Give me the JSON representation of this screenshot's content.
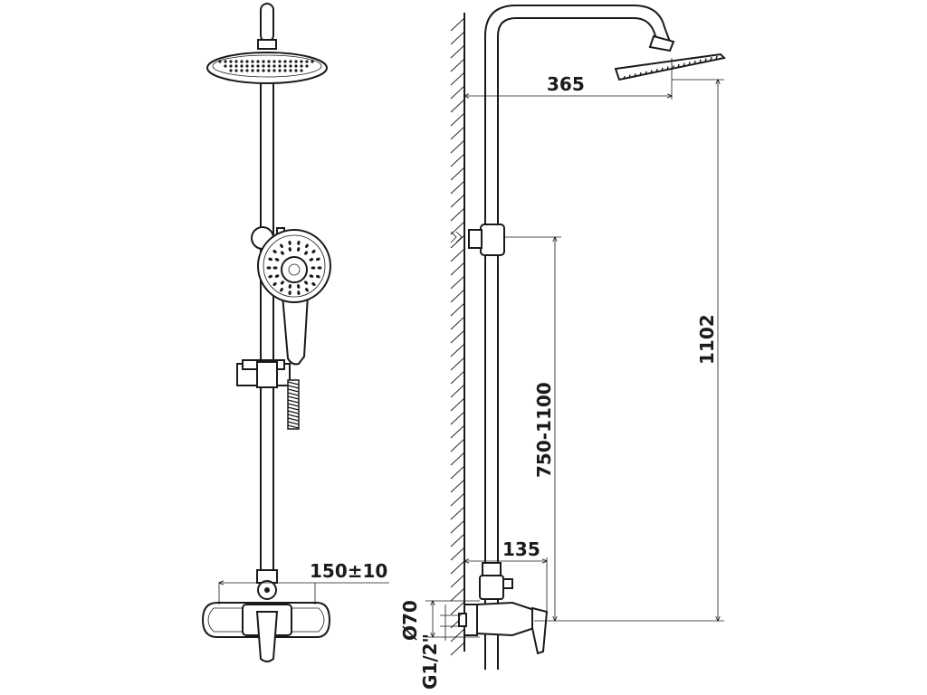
{
  "dimensions": {
    "head_reach": "365",
    "total_height": "1102",
    "adjustable_height": "750-1100",
    "wall_offset": "135",
    "inlet_spacing": "150±10",
    "flange_diameter": "Ø70",
    "thread_size": "G1/2\""
  },
  "colors": {
    "line": "#1a1a1a",
    "background": "#ffffff"
  }
}
